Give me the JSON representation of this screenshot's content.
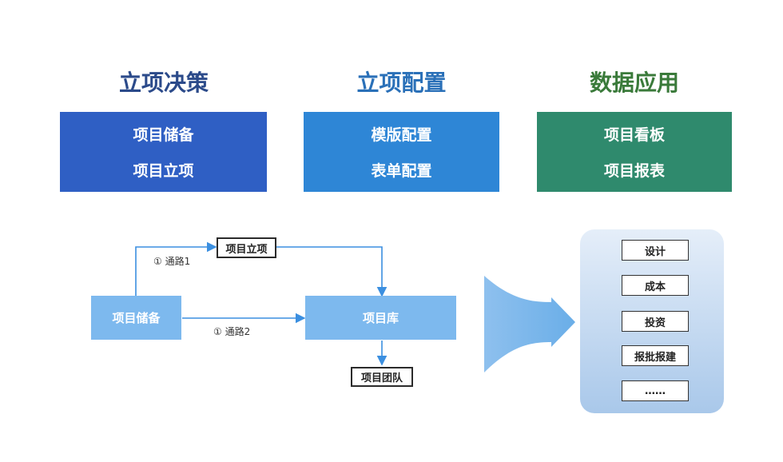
{
  "headings": [
    {
      "title": "立项决策",
      "color": "#2b4a8a"
    },
    {
      "title": "立项配置",
      "color": "#2a70b8"
    },
    {
      "title": "数据应用",
      "color": "#3a7a3a"
    }
  ],
  "panels": [
    {
      "lines": [
        "项目储备",
        "项目立项"
      ],
      "color": "#2f5fc4"
    },
    {
      "lines": [
        "模版配置",
        "表单配置"
      ],
      "color": "#2e86d6"
    },
    {
      "lines": [
        "项目看板",
        "项目报表"
      ],
      "color": "#2f8a6d"
    }
  ],
  "flow": {
    "source": "项目储备",
    "target": "项目库",
    "approval": "项目立项",
    "team": "项目团队",
    "path1": "① 通路1",
    "path2": "① 通路2"
  },
  "applications": [
    "设计",
    "成本",
    "投资",
    "报批报建",
    "……"
  ]
}
